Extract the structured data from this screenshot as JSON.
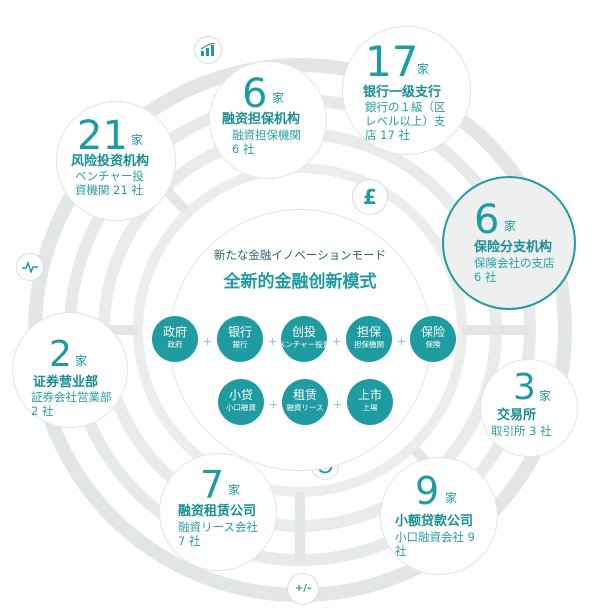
{
  "center": {
    "subtitle": "新たな金融イノベーションモード",
    "title": "全新的金融创新模式",
    "nodes": [
      {
        "zh": "政府",
        "ja": "政府"
      },
      {
        "zh": "银行",
        "ja": "銀行"
      },
      {
        "zh": "创投",
        "ja": "ベンチャー投資"
      },
      {
        "zh": "担保",
        "ja": "担保機関"
      },
      {
        "zh": "保险",
        "ja": "保険"
      },
      {
        "zh": "小贷",
        "ja": "小口融資"
      },
      {
        "zh": "租赁",
        "ja": "融資リース"
      },
      {
        "zh": "上市",
        "ja": "上場"
      }
    ],
    "plus": "+"
  },
  "bubbles": {
    "bank": {
      "num": "17",
      "unit": "家",
      "zh": "银行一级支行",
      "ja": "銀行の１級（区レベル以上）支店 17 社"
    },
    "guarantee": {
      "num": "6",
      "unit": "家",
      "zh": "融资担保机构",
      "ja": "融資担保機関 6 社"
    },
    "venture": {
      "num": "21",
      "unit": "家",
      "zh": "风险投资机构",
      "ja": "ベンチャー投資機関 21 社"
    },
    "insurance": {
      "num": "6",
      "unit": "家",
      "zh": "保险分支机构",
      "ja": "保険会社の支店 6 社"
    },
    "securities": {
      "num": "2",
      "unit": "家",
      "zh": "证券营业部",
      "ja": "証券会社営業部 2 社"
    },
    "exchange": {
      "num": "3",
      "unit": "家",
      "zh": "交易所",
      "ja": "取引所 3 社"
    },
    "leasing": {
      "num": "7",
      "unit": "家",
      "zh": "融资租赁公司",
      "ja": "融資リース会社 7 社"
    },
    "microloan": {
      "num": "9",
      "unit": "家",
      "zh": "小额贷款公司",
      "ja": "小口融資会社 9 社"
    }
  },
  "icons": {
    "top": "bar-chart-icon",
    "pound": "pound-icon",
    "left": "pulse-icon",
    "bottom_center": "pie-chart-icon",
    "bottom": "plus-minus-icon",
    "pound_glyph": "£",
    "plusminus_glyph": "+/-"
  },
  "colors": {
    "accent": "#1f9ba2",
    "ring": "#e3e6e7"
  }
}
